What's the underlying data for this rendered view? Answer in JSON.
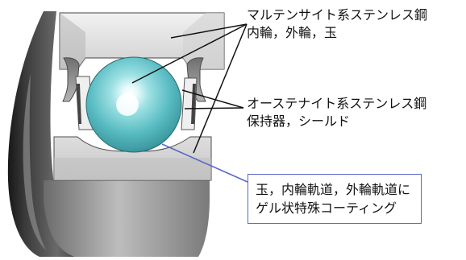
{
  "labels": {
    "material_1": {
      "line1": "マルテンサイト系ステンレス鋼",
      "line2": "内輪，外輪，玉"
    },
    "material_2": {
      "line1": "オーステナイト系ステンレス鋼",
      "line2": "保持器，シールド"
    },
    "coating": {
      "line1": "玉，内輪軌道，外輪軌道に",
      "line2": "ゲル状特殊コーティング"
    }
  },
  "colors": {
    "ball_main": "#7fd3d8",
    "ball_highlight": "#ffffff",
    "outer_ring_dark": "#2a2a2a",
    "ring_mid": "#8d8d8d",
    "ring_light": "#dfdfdf",
    "callout_line": "#5b67c9"
  }
}
